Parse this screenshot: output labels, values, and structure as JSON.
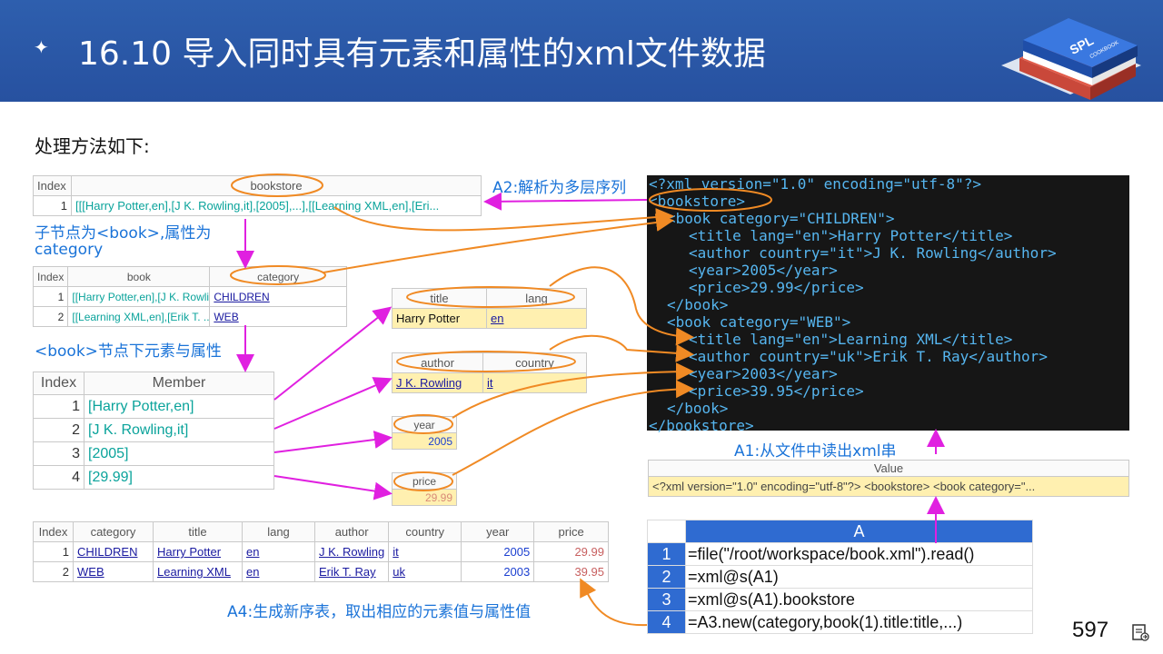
{
  "header": {
    "star": "✦",
    "title": "16.10 导入同时具有元素和属性的xml文件数据",
    "logo_text": "SPL",
    "logo_subtext": "COOKBOOK"
  },
  "subtitle": "处理方法如下:",
  "annotations": {
    "a2": "A2:解析为多层序列",
    "child": "子节点为<book>,属性为",
    "child2": "category",
    "book_node": "<book>节点下元素与属性",
    "a1": "A1:从文件中读出xml串",
    "a4": "A4:生成新序表，取出相应的元素值与属性值"
  },
  "bookstore_table": {
    "headers": [
      "Index",
      "bookstore"
    ],
    "rows": [
      [
        "1",
        "[[[Harry Potter,en],[J K. Rowling,it],[2005],...],[[Learning XML,en],[Eri..."
      ]
    ]
  },
  "book_table": {
    "headers": [
      "Index",
      "book",
      "category"
    ],
    "rows": [
      [
        "1",
        "[[Harry Potter,en],[J K. Rowli...",
        "CHILDREN"
      ],
      [
        "2",
        "[[Learning XML,en],[Erik T. ...",
        "WEB"
      ]
    ]
  },
  "member_table": {
    "headers": [
      "Index",
      "Member"
    ],
    "rows": [
      [
        "1",
        "[Harry Potter,en]"
      ],
      [
        "2",
        "[J K. Rowling,it]"
      ],
      [
        "3",
        "[2005]"
      ],
      [
        "4",
        "[29.99]"
      ]
    ]
  },
  "title_table": {
    "headers": [
      "title",
      "lang"
    ],
    "row": [
      "Harry Potter",
      "en"
    ]
  },
  "author_table": {
    "headers": [
      "author",
      "country"
    ],
    "row": [
      "J K. Rowling",
      "it"
    ]
  },
  "year_table": {
    "header": "year",
    "value": "2005"
  },
  "price_table": {
    "header": "price",
    "value": "29.99"
  },
  "result_table": {
    "headers": [
      "Index",
      "category",
      "title",
      "lang",
      "author",
      "country",
      "year",
      "price"
    ],
    "rows": [
      [
        "1",
        "CHILDREN",
        "Harry Potter",
        "en",
        "J K. Rowling",
        "it",
        "2005",
        "29.99"
      ],
      [
        "2",
        "WEB",
        "Learning XML",
        "en",
        "Erik T. Ray",
        "uk",
        "2003",
        "39.95"
      ]
    ]
  },
  "value_table": {
    "header": "Value",
    "value": "<?xml version=\"1.0\" encoding=\"utf-8\"?> <bookstore>    <book category=\"..."
  },
  "xml_code": {
    "pi": "<?xml version=\"1.0\" encoding=\"utf-8\"?>",
    "lines": [
      "<bookstore>",
      "<book category=\"CHILDREN\">",
      "<title lang=\"en\">Harry Potter</title>",
      "<author country=\"it\">J K. Rowling</author>",
      "<year>2005</year>",
      "<price>29.99</price>",
      "</book>",
      "<book category=\"WEB\">",
      "<title lang=\"en\">Learning XML</title>",
      "<author country=\"uk\">Erik T. Ray</author>",
      "<year>2003</year>",
      "<price>39.95</price>",
      "</book>",
      "</bookstore>"
    ]
  },
  "spl_grid": {
    "column": "A",
    "rows": [
      {
        "num": "1",
        "code": "=file(\"/root/workspace/book.xml\").read()"
      },
      {
        "num": "2",
        "code": "=xml@s(A1)"
      },
      {
        "num": "3",
        "code": "=xml@s(A1).bookstore"
      },
      {
        "num": "4",
        "code": "=A3.new(category,book(1).title:title,...)"
      }
    ]
  },
  "page_number": "597",
  "colors": {
    "header_blue": "#2751a0",
    "annotation_blue": "#1a73d8",
    "arrow_magenta": "#e020e0",
    "arrow_orange": "#f08a24",
    "highlight_yellow": "#fff0b0"
  }
}
